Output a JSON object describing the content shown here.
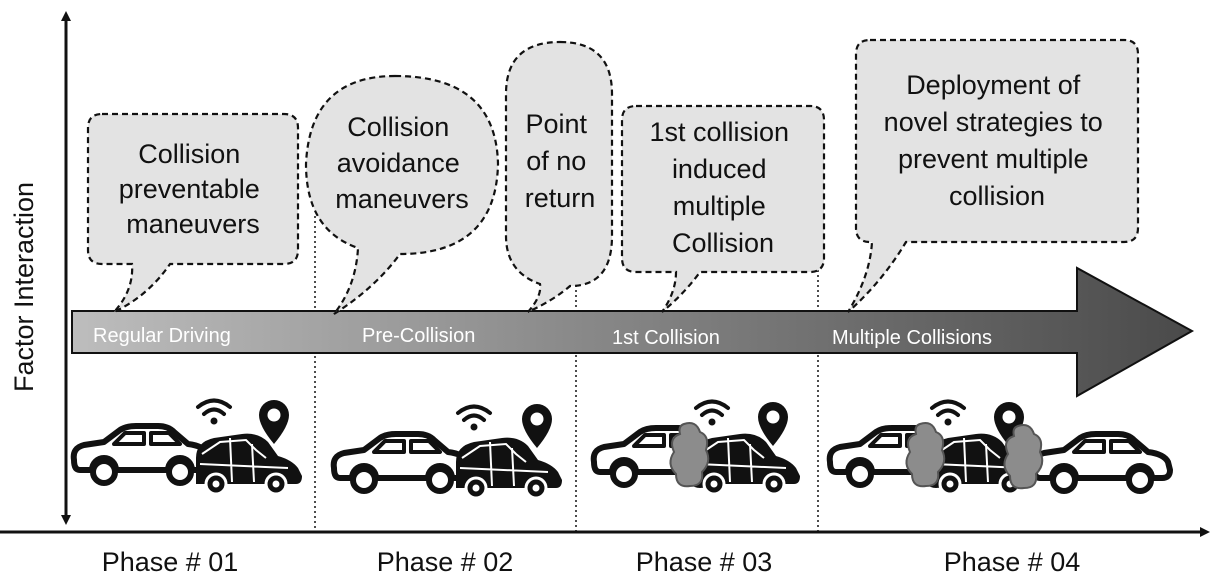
{
  "axes": {
    "y_label": "Factor Interaction"
  },
  "bubbles": [
    {
      "lines": [
        "Collision",
        "preventable",
        "maneuvers"
      ]
    },
    {
      "lines": [
        "Collision",
        "avoidance",
        "maneuvers"
      ]
    },
    {
      "lines": [
        "Point",
        "of no",
        "return"
      ]
    },
    {
      "lines": [
        "1st collision",
        "induced",
        "multiple",
        "Collision"
      ]
    },
    {
      "lines": [
        "Deployment of",
        "novel strategies to",
        "prevent multiple",
        "collision"
      ]
    }
  ],
  "stages": [
    {
      "label": "Regular Driving"
    },
    {
      "label": "Pre-Collision"
    },
    {
      "label": "1st Collision"
    },
    {
      "label": "Multiple Collisions"
    }
  ],
  "phases": [
    {
      "label": "Phase # 01"
    },
    {
      "label": "Phase # 02"
    },
    {
      "label": "Phase # 03"
    },
    {
      "label": "Phase # 04"
    }
  ],
  "icons": {
    "car": "car-icon",
    "autonomous_car": "autonomous-car-icon",
    "wifi": "wifi-icon",
    "location_pin": "location-pin-icon",
    "smoke": "collision-smoke-icon"
  },
  "colors": {
    "bubble_fill": "#e3e3e3",
    "arrow_fill_start": "#bdbdbd",
    "arrow_fill_end": "#4a4a4a",
    "ink": "#111111"
  }
}
